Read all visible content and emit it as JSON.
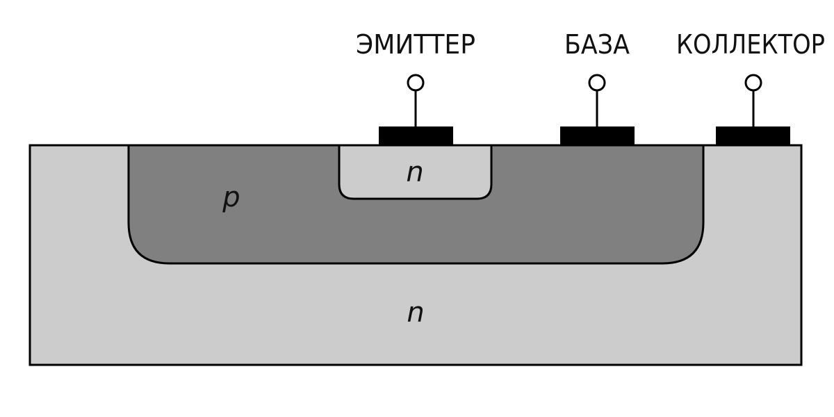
{
  "terminals": {
    "emitter": "ЭМИТТЕР",
    "base": "БАЗА",
    "collector": "КОЛЛЕКТОР"
  },
  "regions": {
    "emitter_region": "n",
    "base_region": "p",
    "collector_region": "n"
  },
  "colors": {
    "substrate": "#cccccc",
    "p_region": "#808080",
    "emitter_region": "#cccccc",
    "contact": "#000000",
    "outline": "#000000"
  }
}
